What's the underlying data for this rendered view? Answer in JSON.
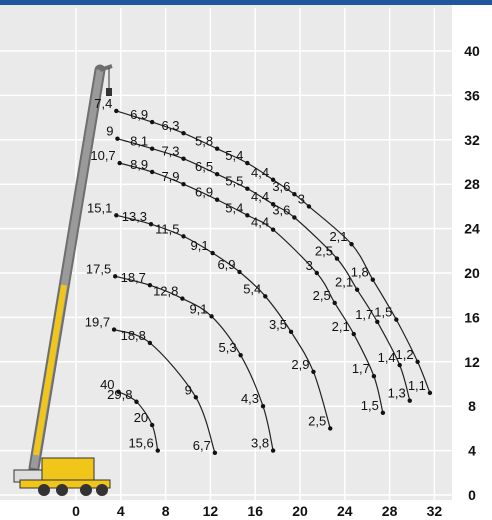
{
  "chart_data": {
    "type": "line",
    "title": "",
    "xlabel": "",
    "ylabel": "",
    "xlim": [
      -2,
      34
    ],
    "ylim": [
      -0.5,
      42.5
    ],
    "x_ticks": [
      "0",
      "4",
      "8",
      "12",
      "16",
      "20",
      "24",
      "28",
      "32"
    ],
    "y_ticks": [
      "0",
      "4",
      "8",
      "12",
      "16",
      "20",
      "24",
      "28",
      "32",
      "36",
      "40"
    ],
    "accent_colors": {
      "header": "#1e56a0",
      "crane": "#f1c61a",
      "boom": "#9a9a9a"
    },
    "series": [
      {
        "points": [
          {
            "x": 3.6,
            "y": 34.6,
            "label": "7,4"
          },
          {
            "x": 6.8,
            "y": 33.6,
            "label": "6,9"
          },
          {
            "x": 9.6,
            "y": 32.6,
            "label": "6,3"
          },
          {
            "x": 12.6,
            "y": 31.2,
            "label": "5,8"
          },
          {
            "x": 15.3,
            "y": 29.9,
            "label": "5,4"
          },
          {
            "x": 17.6,
            "y": 28.4,
            "label": "4,4"
          },
          {
            "x": 19.5,
            "y": 27.1,
            "label": "3,6"
          },
          {
            "x": 20.8,
            "y": 26.0,
            "label": "3"
          },
          {
            "x": 24.6,
            "y": 22.6,
            "label": "2,1"
          },
          {
            "x": 26.5,
            "y": 19.4,
            "label": "1,8"
          },
          {
            "x": 28.6,
            "y": 15.8,
            "label": "1,5"
          },
          {
            "x": 30.5,
            "y": 12.0,
            "label": "1,2"
          },
          {
            "x": 31.6,
            "y": 9.2,
            "label": "1,1"
          }
        ]
      },
      {
        "points": [
          {
            "x": 3.7,
            "y": 32.1,
            "label": "9"
          },
          {
            "x": 6.8,
            "y": 31.2,
            "label": "8,1"
          },
          {
            "x": 9.6,
            "y": 30.3,
            "label": "7,3"
          },
          {
            "x": 12.6,
            "y": 28.9,
            "label": "6,5"
          },
          {
            "x": 15.3,
            "y": 27.6,
            "label": "5,5"
          },
          {
            "x": 17.6,
            "y": 26.2,
            "label": "4,4"
          },
          {
            "x": 19.5,
            "y": 25.0,
            "label": "3,6"
          },
          {
            "x": 23.3,
            "y": 21.3,
            "label": "2,5"
          },
          {
            "x": 25.1,
            "y": 18.5,
            "label": "2,1"
          },
          {
            "x": 26.9,
            "y": 15.6,
            "label": "1,7"
          },
          {
            "x": 28.9,
            "y": 11.7,
            "label": "1,4"
          },
          {
            "x": 29.8,
            "y": 8.5,
            "label": "1,3"
          }
        ]
      },
      {
        "points": [
          {
            "x": 3.9,
            "y": 29.9,
            "label": "10,7"
          },
          {
            "x": 6.8,
            "y": 29.1,
            "label": "8,9"
          },
          {
            "x": 9.6,
            "y": 28.0,
            "label": "7,9"
          },
          {
            "x": 12.6,
            "y": 26.6,
            "label": "6,9"
          },
          {
            "x": 15.3,
            "y": 25.2,
            "label": "5,4"
          },
          {
            "x": 17.6,
            "y": 23.9,
            "label": "4,4"
          },
          {
            "x": 21.5,
            "y": 20.0,
            "label": "3"
          },
          {
            "x": 23.1,
            "y": 17.3,
            "label": "2,5"
          },
          {
            "x": 24.8,
            "y": 14.5,
            "label": "2,1"
          },
          {
            "x": 26.6,
            "y": 10.7,
            "label": "1,7"
          },
          {
            "x": 27.4,
            "y": 7.4,
            "label": "1,5"
          }
        ]
      },
      {
        "points": [
          {
            "x": 3.6,
            "y": 25.2,
            "label": "15,1"
          },
          {
            "x": 6.7,
            "y": 24.4,
            "label": "13,3"
          },
          {
            "x": 9.6,
            "y": 23.3,
            "label": "11,5"
          },
          {
            "x": 12.2,
            "y": 21.8,
            "label": "9,1"
          },
          {
            "x": 14.6,
            "y": 20.1,
            "label": "6,9"
          },
          {
            "x": 16.9,
            "y": 17.9,
            "label": "5,4"
          },
          {
            "x": 19.2,
            "y": 14.7,
            "label": "3,5"
          },
          {
            "x": 21.2,
            "y": 11.1,
            "label": "2,9"
          },
          {
            "x": 22.7,
            "y": 6.0,
            "label": "2,5"
          }
        ]
      },
      {
        "points": [
          {
            "x": 3.5,
            "y": 19.7,
            "label": "17,5"
          },
          {
            "x": 6.6,
            "y": 18.9,
            "label": "18,7"
          },
          {
            "x": 9.5,
            "y": 17.7,
            "label": "12,8"
          },
          {
            "x": 12.1,
            "y": 16.1,
            "label": "9,1"
          },
          {
            "x": 14.7,
            "y": 12.6,
            "label": "5,3"
          },
          {
            "x": 16.7,
            "y": 8.0,
            "label": "4,3"
          },
          {
            "x": 17.6,
            "y": 4.0,
            "label": "3,8"
          }
        ]
      },
      {
        "points": [
          {
            "x": 3.4,
            "y": 14.9,
            "label": "19,7"
          },
          {
            "x": 6.6,
            "y": 13.7,
            "label": "18,8"
          },
          {
            "x": 10.7,
            "y": 8.8,
            "label": "9"
          },
          {
            "x": 12.4,
            "y": 3.8,
            "label": "6,7"
          }
        ]
      },
      {
        "points": [
          {
            "x": 3.8,
            "y": 9.3,
            "label": "40"
          },
          {
            "x": 5.4,
            "y": 8.4,
            "label": "29,8"
          },
          {
            "x": 6.8,
            "y": 6.3,
            "label": "20"
          },
          {
            "x": 7.3,
            "y": 4.0,
            "label": "15,6"
          }
        ]
      }
    ]
  }
}
